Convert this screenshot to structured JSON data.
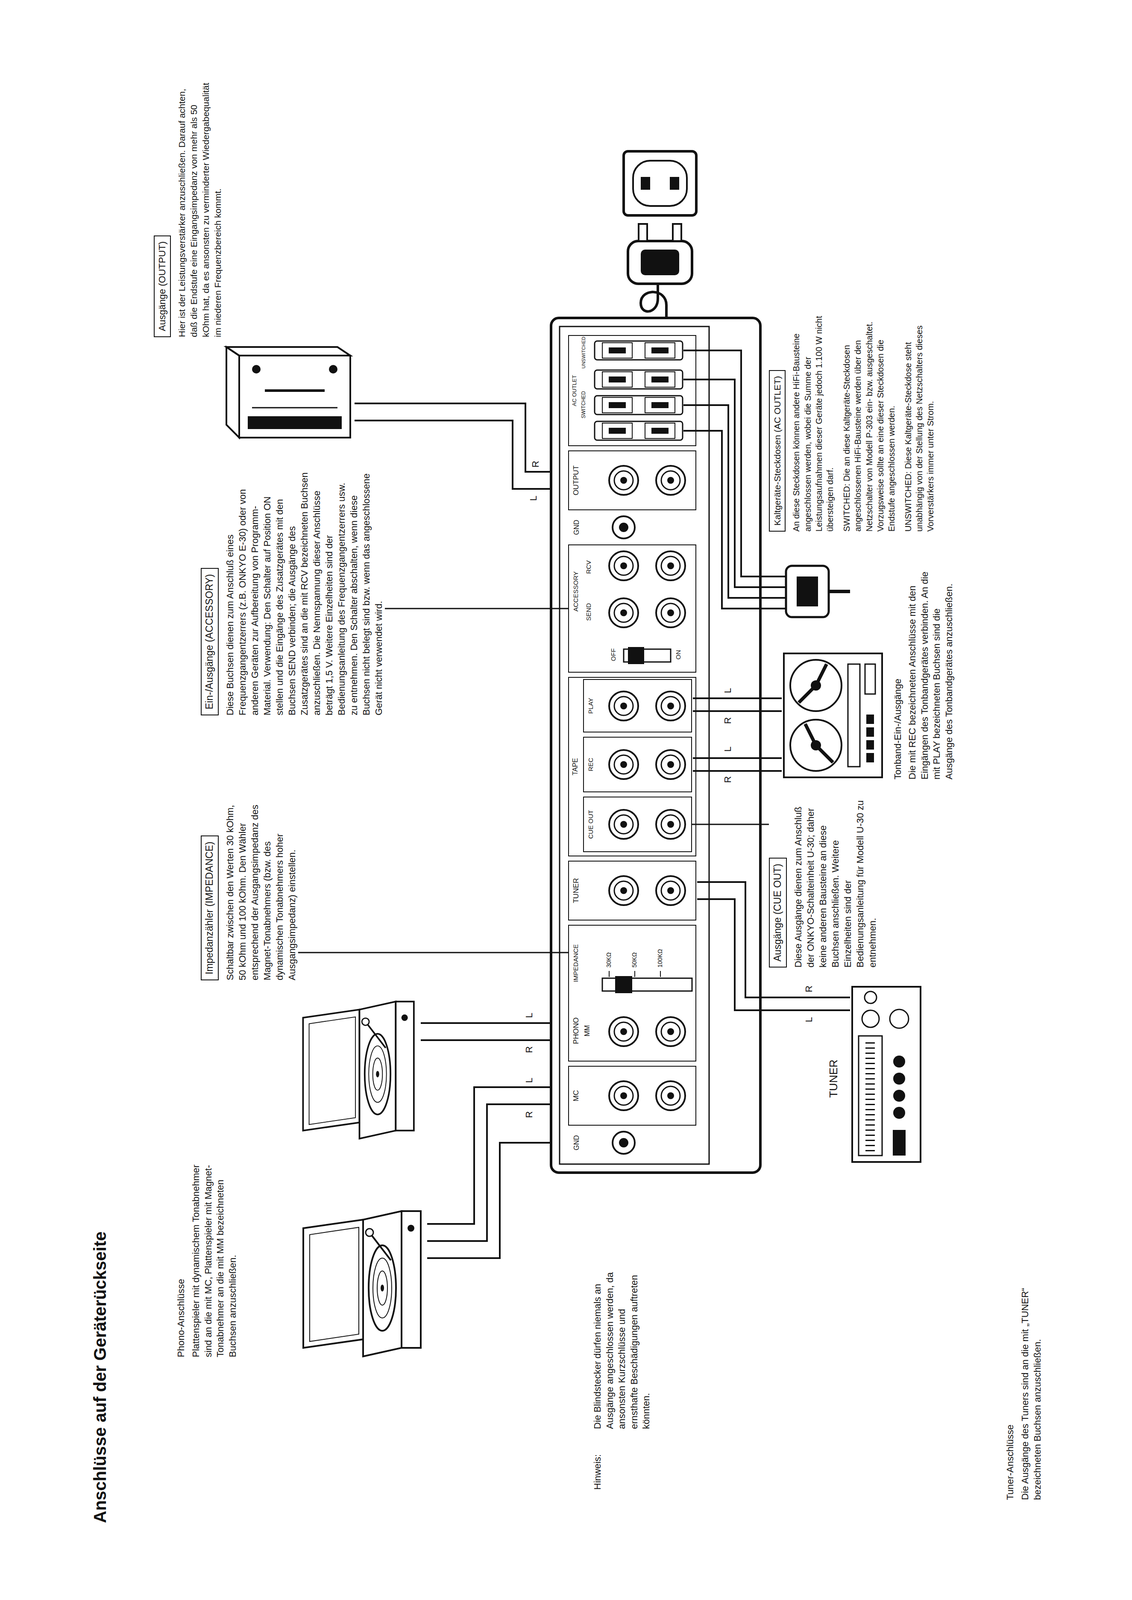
{
  "diagram": {
    "title": "Anschlüsse auf der Geräterückseite",
    "nodes": [
      {
        "text": [
          "MC"
        ]
      },
      {
        "text": [
          "PHONO",
          "MM",
          "IMPEDANCE",
          "30KΩ",
          "50KΩ",
          "100KΩ"
        ]
      },
      {
        "text": [
          "TUNER"
        ]
      },
      {
        "text": [
          "TAPE"
        ]
      },
      {
        "text": [
          "CUE OUT"
        ],
        "in": 3
      },
      {
        "text": [
          "REC"
        ],
        "in": 3
      },
      {
        "text": [
          "PLAY"
        ],
        "in": 3
      },
      {
        "text": [
          "ACCESSORY",
          "SEND",
          "RCV",
          "OFF",
          "ON"
        ]
      },
      {
        "text": [
          "OUTPUT"
        ]
      },
      {
        "text": [
          "AC OUTLET",
          "SWITCHED",
          "UNSWITCHED"
        ]
      },
      {
        "text": [
          "Impedanzähler (IMPEDANCE)",
          "Schaltbar zwischen den Werten 30 kOhm, 50 kOhm und 100 kOhm. Den Wähler entsprechend der Ausgangsimpedanz des Magnet-Tonabnehmers (bzw. des dynamischen Tonabnehmers hoher Ausgangsimpedanz) einstellen."
        ]
      },
      {
        "text": [
          "Ausgänge (CUE OUT)",
          "Diese Ausgänge dienen zum Anschluß der ONKYO-Schalteinheit U-30; daher keine anderen Bausteine an diese Buchsen anschließen. Weitere Einzelheiten sind der Bedienungsanleitung für Modell U-30 zu entnehmen."
        ]
      },
      {
        "text": [
          "Ein-/Ausgänge (ACCESSORY)",
          "Diese Buchsen dienen zum Anschluß eines Frequenzgangentzerrers (z.B. ONKYO E-30) oder von anderen Geräten zur Aufbereitung von Programm-Material. Verwendung: Den Schalter auf Position ON stellen und die Eingänge des Zusatzgerätes mit den Buchsen SEND verbinden; die Ausgänge des Zusatzgerätes sind an die mit RCV bezeichneten Buchsen anzuschließen. Die Nennspannung dieser Anschlüsse beträgt 1,5 V. Weitere Einzelheiten sind der Bedienungsanleitung des Frequenzgangentzerrers usw. zu entnehmen. Den Schalter abschalten, wenn diese Buchsen nicht belegt sind bzw. wenn das angeschlossene Gerät nicht verwendet wird."
        ]
      },
      {
        "text": [
          "Ausgänge (OUTPUT)",
          "Hier ist der Leistungsverstärker anzuschließen. Darauf achten, daß die Endstufe eine Eingangsimpedanz von mehr als 50 kOhm hat, da es ansonsten zu verminderter Wiedergabequalität im niederen Frequenzbereich kommt."
        ]
      },
      {
        "text": [
          "Kaltgeräte-Steckdosen (AC OUTLET)",
          "An diese Steckdosen können andere HiFi-Bausteine angeschlossen werden, wobei die Summe der Leistungsaufnahmen dieser Geräte jedoch 1.100 W nicht übersteigen darf.",
          "SWITCHED: Die an diese Kaltgeräte-Steckdosen angeschlossenen HiFi-Bausteine werden über den Netzschalter von Modell P-303 ein- bzw. ausgeschaltet. Vorzugsweise sollte an eine dieser Steckdosen die Endstufe angeschlossen werden.",
          "UNSWITCHED: Diese Kaltgeräte-Steckdose steht unabhängig von der Stellung des Netzschalters dieses Vorverstärkers immer unter Strom."
        ]
      }
    ],
    "edges": [
      {
        "from": 10,
        "to": 1,
        "arrow": "none"
      },
      {
        "from": 11,
        "to": 4,
        "arrow": "none"
      },
      {
        "from": 12,
        "to": 7,
        "arrow": "none"
      }
    ],
    "labels": [
      "Phono-Anschlüsse",
      "Plattenspieler mit dynamischem Tonabnehmer sind an die mit MC, Plattenspieler mit Magnet-Tonabnehmer an die mit MM bezeichneten Buchsen anzuschließen.",
      "R",
      "L",
      "R",
      "L",
      "Hinweis:",
      "Die Blindstecker dürfen niemals an Ausgänge angeschlossen werden, da ansonsten Kurzschlüsse und ernsthafte Beschädigungen auftreten könnten.",
      "GND",
      "TUNER",
      "L",
      "R",
      "Tuner-Anschlüsse",
      "Die Ausgänge des Tuners sind an die mit „TUNER“ bezeichneten Buchsen anzuschließen.",
      "R",
      "L",
      "R",
      "L",
      "Tonband-Ein-/Ausgänge",
      "Die mit REC bezeichneten Anschlüsse mit den Eingängen des Tonbandgerätes verbinden. An die mit PLAY bezeichneten Buchsen sind die Ausgänge des Tonbandgerätes anzuschließen.",
      "GND",
      "L",
      "R"
    ]
  }
}
